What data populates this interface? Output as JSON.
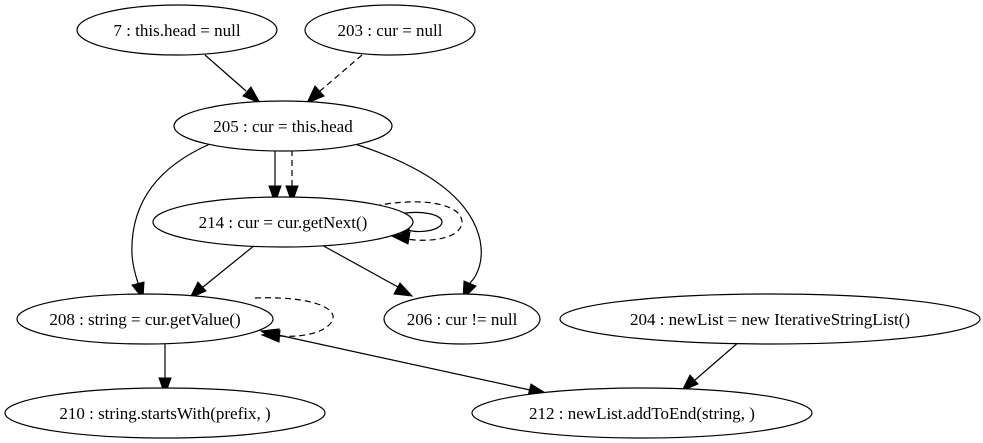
{
  "nodes": [
    {
      "id": "n7",
      "label": "7 : this.head = null"
    },
    {
      "id": "n203",
      "label": "203 : cur = null"
    },
    {
      "id": "n205",
      "label": "205 : cur = this.head"
    },
    {
      "id": "n214",
      "label": "214 : cur = cur.getNext()"
    },
    {
      "id": "n208",
      "label": "208 : string = cur.getValue()"
    },
    {
      "id": "n206",
      "label": "206 : cur != null"
    },
    {
      "id": "n204",
      "label": "204 : newList = new IterativeStringList()"
    },
    {
      "id": "n210",
      "label": "210 : string.startsWith(prefix, )"
    },
    {
      "id": "n212",
      "label": "212 : newList.addToEnd(string, )"
    }
  ],
  "edges": [
    {
      "from": "n7",
      "to": "n205",
      "style": "solid"
    },
    {
      "from": "n203",
      "to": "n205",
      "style": "dashed"
    },
    {
      "from": "n205",
      "to": "n214",
      "style": "solid"
    },
    {
      "from": "n205",
      "to": "n214",
      "style": "dashed"
    },
    {
      "from": "n205",
      "to": "n208",
      "style": "solid"
    },
    {
      "from": "n205",
      "to": "n206",
      "style": "solid"
    },
    {
      "from": "n214",
      "to": "n214",
      "style": "solid"
    },
    {
      "from": "n214",
      "to": "n214",
      "style": "dashed"
    },
    {
      "from": "n214",
      "to": "n208",
      "style": "solid"
    },
    {
      "from": "n214",
      "to": "n206",
      "style": "solid"
    },
    {
      "from": "n208",
      "to": "n208",
      "style": "dashed"
    },
    {
      "from": "n208",
      "to": "n210",
      "style": "solid"
    },
    {
      "from": "n208",
      "to": "n212",
      "style": "solid"
    },
    {
      "from": "n204",
      "to": "n212",
      "style": "solid"
    }
  ]
}
